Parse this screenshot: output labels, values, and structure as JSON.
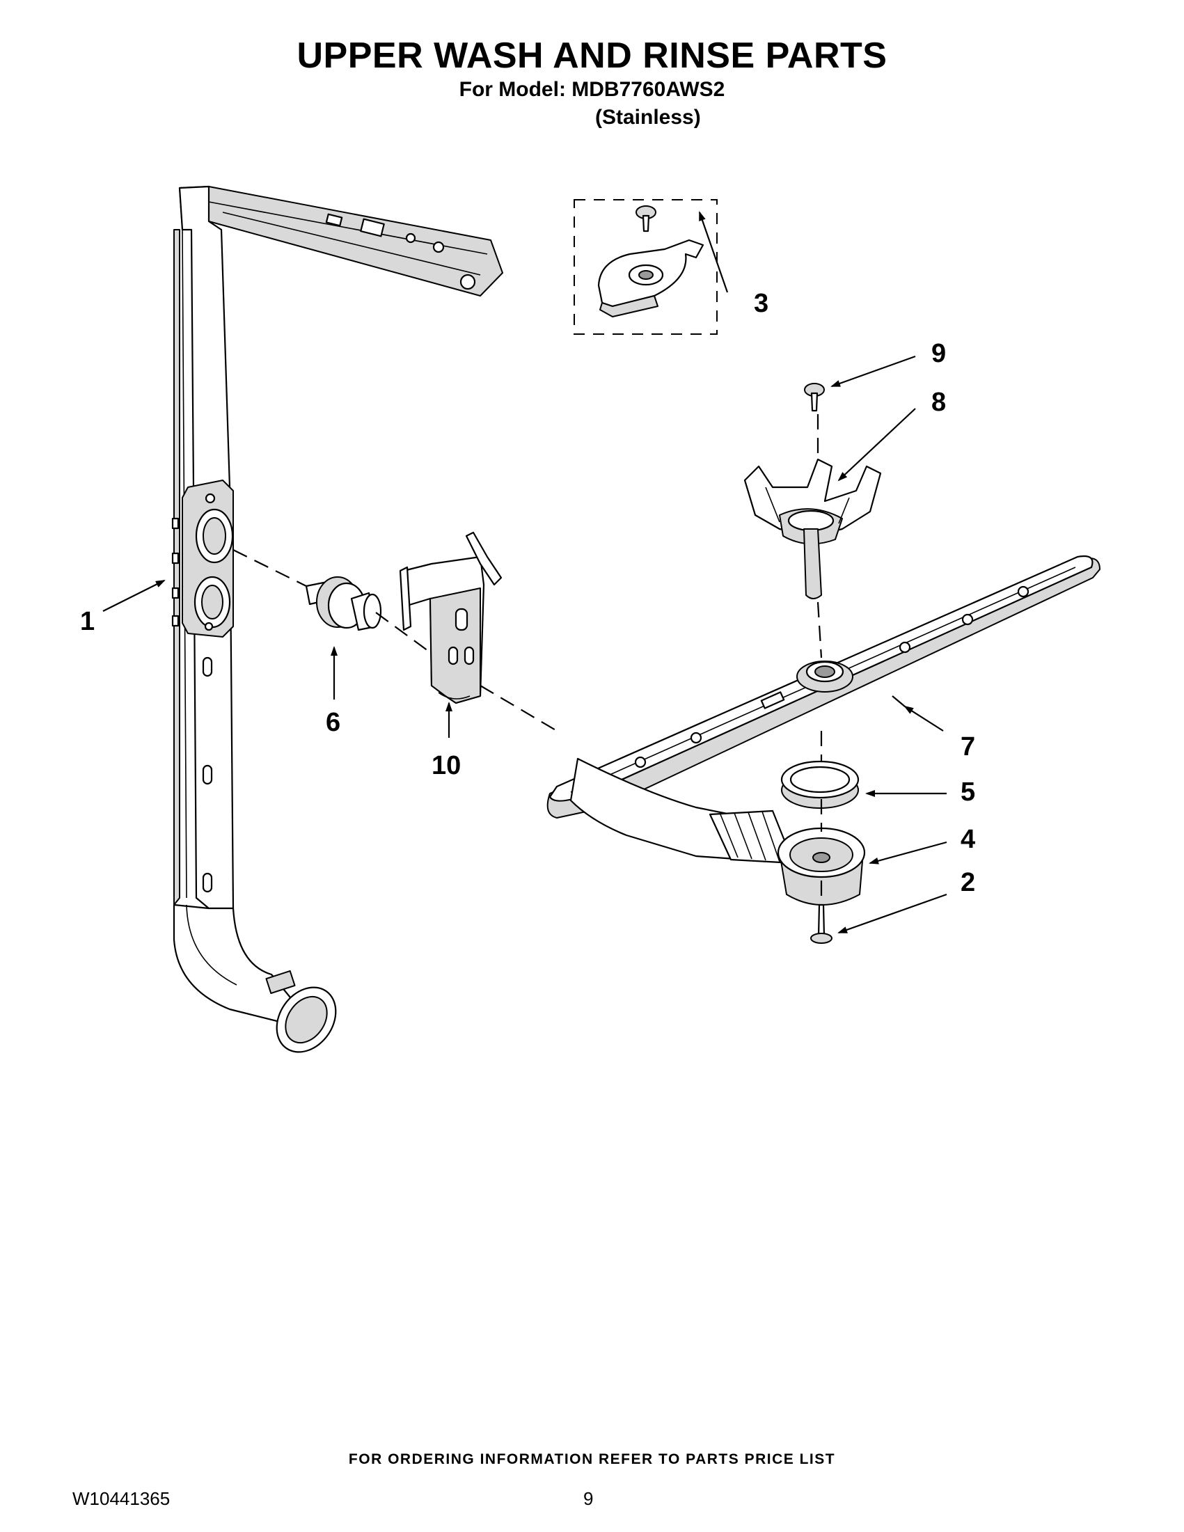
{
  "header": {
    "title": "UPPER WASH AND RINSE PARTS",
    "model_line": "For Model: MDB7760AWS2",
    "variant": "(Stainless)"
  },
  "callouts": [
    "1",
    "2",
    "3",
    "4",
    "5",
    "6",
    "7",
    "8",
    "9",
    "10"
  ],
  "footer": {
    "ordering_note": "FOR ORDERING INFORMATION REFER TO PARTS PRICE LIST",
    "document_number": "W10441365",
    "page_number": "9"
  }
}
